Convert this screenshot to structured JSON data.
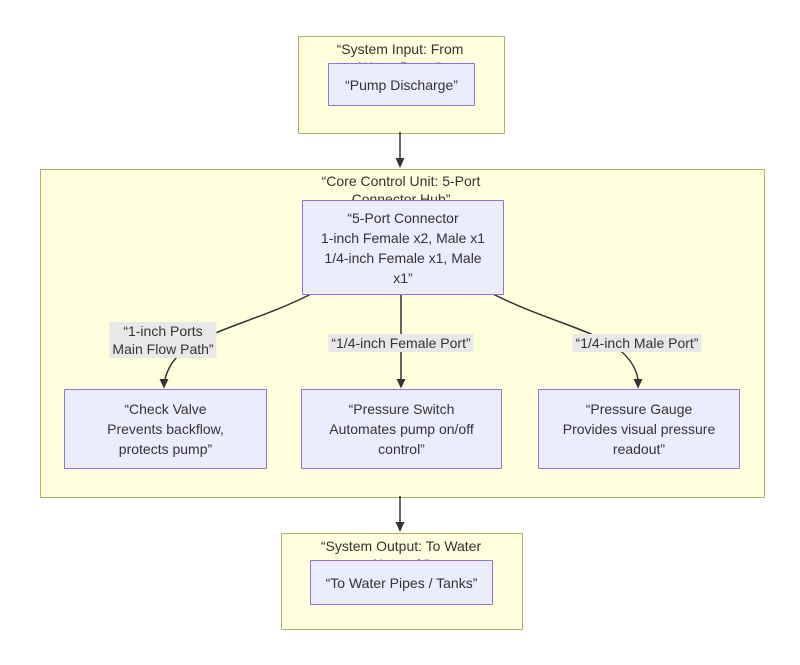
{
  "diagram": {
    "type": "flowchart",
    "colors": {
      "canvas": "#ffffff",
      "cluster_fill": "#ffffde",
      "cluster_border": "#b1b162",
      "node_fill": "#ececff",
      "node_border": "#9370db",
      "edge_label_bg": "#e8e8e8",
      "line": "#333333",
      "text": "#333333"
    },
    "input": {
      "title_lines": [
        "“System Input: From",
        "Water Pump”"
      ],
      "node_label": "“Pump Discharge”"
    },
    "core": {
      "title_lines": [
        "“Core Control Unit: 5-Port",
        "Connector Hub”"
      ],
      "hub_node_lines": [
        "“5-Port Connector",
        "1-inch Female x2, Male x1",
        "1/4-inch Female x1, Male",
        "x1”"
      ],
      "edge_labels": [
        {
          "lines": [
            "“1-inch Ports",
            "Main Flow Path”"
          ]
        },
        {
          "lines": [
            "“1/4-inch Female Port”"
          ]
        },
        {
          "lines": [
            "“1/4-inch Male Port”"
          ]
        }
      ],
      "nodes": [
        {
          "lines": [
            "“Check Valve",
            "Prevents backflow,",
            "protects pump”"
          ]
        },
        {
          "lines": [
            "“Pressure Switch",
            "Automates pump on/off",
            "control”"
          ]
        },
        {
          "lines": [
            "“Pressure Gauge",
            "Provides visual pressure",
            "readout”"
          ]
        }
      ]
    },
    "output": {
      "title_lines": [
        "“System Output: To Water",
        "Network”"
      ],
      "node_label": "“To Water Pipes / Tanks”"
    }
  }
}
